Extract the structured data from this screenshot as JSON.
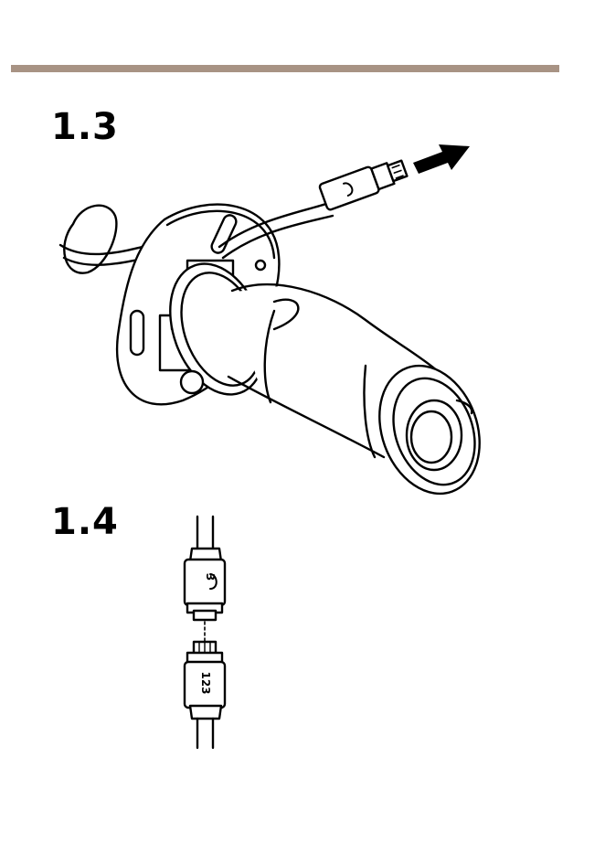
{
  "steps": [
    {
      "number": "1.3"
    },
    {
      "number": "1.4"
    }
  ],
  "connector_label_top": "3",
  "connector_label_bottom": "123",
  "colors": {
    "rule": "#a89384",
    "ink": "#000000"
  },
  "icons": [
    "arrow-out-icon",
    "camera-illustration",
    "cable-connector-illustration"
  ]
}
